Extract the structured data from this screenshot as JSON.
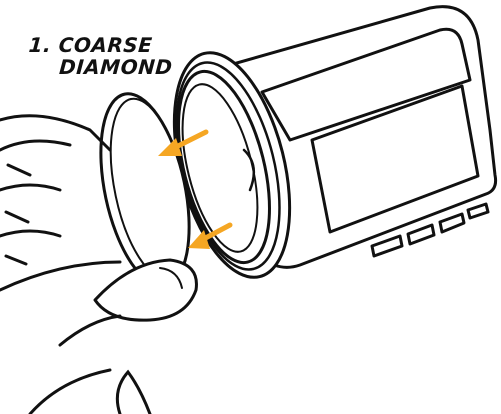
{
  "instruction": {
    "step_label_line1": "1. COARSE",
    "step_label_line2": "DIAMOND"
  },
  "colors": {
    "ink": "#111111",
    "arrow": "#f5a623",
    "background": "#ffffff"
  },
  "icons": {
    "arrows": "arrow-icon",
    "device": "sharpener-housing",
    "disc": "diamond-disc",
    "hand": "hand"
  }
}
